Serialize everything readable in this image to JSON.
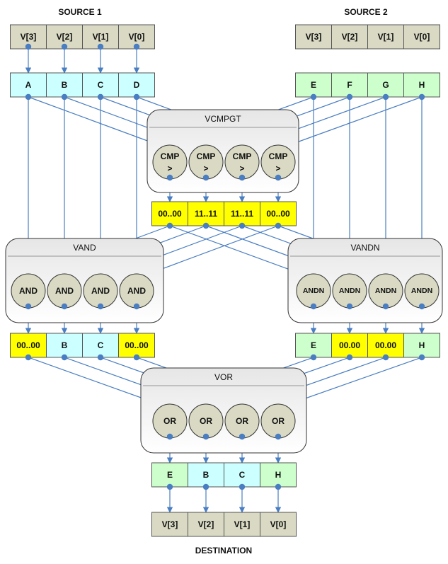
{
  "labels": {
    "source1": "SOURCE 1",
    "source2": "SOURCE 2",
    "destination": "DESTINATION"
  },
  "source1_regs": [
    "V[3]",
    "V[2]",
    "V[1]",
    "V[0]"
  ],
  "source2_regs": [
    "V[3]",
    "V[2]",
    "V[1]",
    "V[0]"
  ],
  "source1_values": [
    "A",
    "B",
    "C",
    "D"
  ],
  "source2_values": [
    "E",
    "F",
    "G",
    "H"
  ],
  "ops": {
    "vcmpgt": {
      "title": "VCMPGT",
      "unit_lines": [
        "CMP",
        ">"
      ]
    },
    "vand": {
      "title": "VAND",
      "unit": "AND"
    },
    "vandn": {
      "title": "VANDN",
      "unit": "ANDN"
    },
    "vor": {
      "title": "VOR",
      "unit": "OR"
    }
  },
  "mask": [
    "00..00",
    "11..11",
    "11..11",
    "00..00"
  ],
  "and_result": [
    "00..00",
    "B",
    "C",
    "00..00"
  ],
  "andn_result": [
    "E",
    "00.00",
    "00.00",
    "H"
  ],
  "dest_values": [
    "E",
    "B",
    "C",
    "H"
  ],
  "dest_regs": [
    "V[3]",
    "V[2]",
    "V[1]",
    "V[0]"
  ],
  "colors": {
    "reg_fill": "#d9d9c4",
    "source1_fill": "#ccffff",
    "source2_fill": "#ccffcc",
    "mask_fill": "#ffff00",
    "unit_fill": "#d9d9c4",
    "wire": "#4a7ec2",
    "box_fill": "#ffffff"
  }
}
